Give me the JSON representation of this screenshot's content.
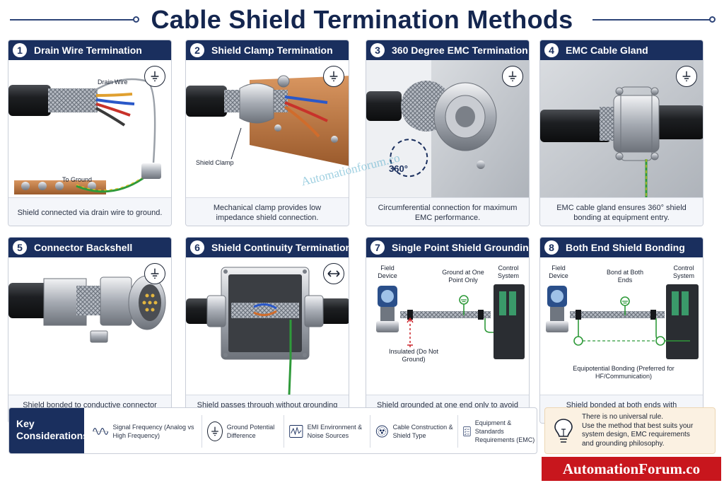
{
  "header": {
    "title": "Cable Shield Termination Methods"
  },
  "cards": [
    {
      "num": "1",
      "title": "Drain Wire Termination",
      "caption": "Shield connected via drain wire to ground.",
      "callouts": [
        "Drain Wire",
        "To Ground"
      ],
      "icon": "ground-symbol-icon"
    },
    {
      "num": "2",
      "title": "Shield Clamp Termination",
      "caption": "Mechanical clamp provides low impedance shield connection.",
      "callouts": [
        "Shield Clamp"
      ],
      "icon": "ground-symbol-icon"
    },
    {
      "num": "3",
      "title": "360 Degree EMC Termination",
      "caption": "Circumferential connection for maximum EMC performance.",
      "callouts": [
        "360°"
      ],
      "icon": "ground-symbol-icon"
    },
    {
      "num": "4",
      "title": "EMC Cable Gland",
      "caption": "EMC cable gland ensures 360° shield bonding at equipment entry.",
      "callouts": [],
      "icon": "ground-symbol-icon"
    },
    {
      "num": "5",
      "title": "Connector Backshell",
      "caption": "Shield bonded to conductive connector backshell.",
      "callouts": [],
      "icon": "ground-symbol-icon"
    },
    {
      "num": "6",
      "title": "Shield Continuity Termination",
      "caption": "Shield passes through without grounding at the junction (maintains continuity).",
      "callouts": [],
      "icon": "double-arrow-icon"
    },
    {
      "num": "7",
      "title": "Single Point Shield Grounding",
      "caption": "Shield grounded at one end only to avoid ground loops.",
      "callouts": [
        "Field Device",
        "Ground at One Point Only",
        "Control System",
        "Insulated (Do Not Ground)"
      ]
    },
    {
      "num": "8",
      "title": "Both End Shield Bonding",
      "caption": "Shield bonded at both ends with equipotential bonding.",
      "callouts": [
        "Field Device",
        "Bond at Both Ends",
        "Control System",
        "Equipotential Bonding (Preferred for HF/Communication)"
      ]
    }
  ],
  "key": {
    "title": "Key Considerations",
    "items": [
      {
        "icon": "signal-wave-icon",
        "label": "Signal Frequency (Analog vs High Frequency)"
      },
      {
        "icon": "ground-symbol-icon",
        "label": "Ground Potential Difference"
      },
      {
        "icon": "emi-noise-icon",
        "label": "EMI Environment & Noise Sources"
      },
      {
        "icon": "cable-cross-section-icon",
        "label": "Cable Construction & Shield Type"
      },
      {
        "icon": "checklist-icon",
        "label": "Equipment & Standards Requirements (EMC)"
      }
    ]
  },
  "note": {
    "icon": "lightbulb-icon",
    "lines": [
      "There is no universal rule.",
      "Use the method that best suits your",
      "system design, EMC requirements",
      "and grounding philosophy."
    ]
  },
  "brand": "AutomationForum.co",
  "watermark": "Automationforum.co",
  "colors": {
    "header_navy": "#1a2f5e",
    "brand_red": "#c8161d",
    "ground_green": "#2f9a3a",
    "copper": "#b8743f"
  }
}
